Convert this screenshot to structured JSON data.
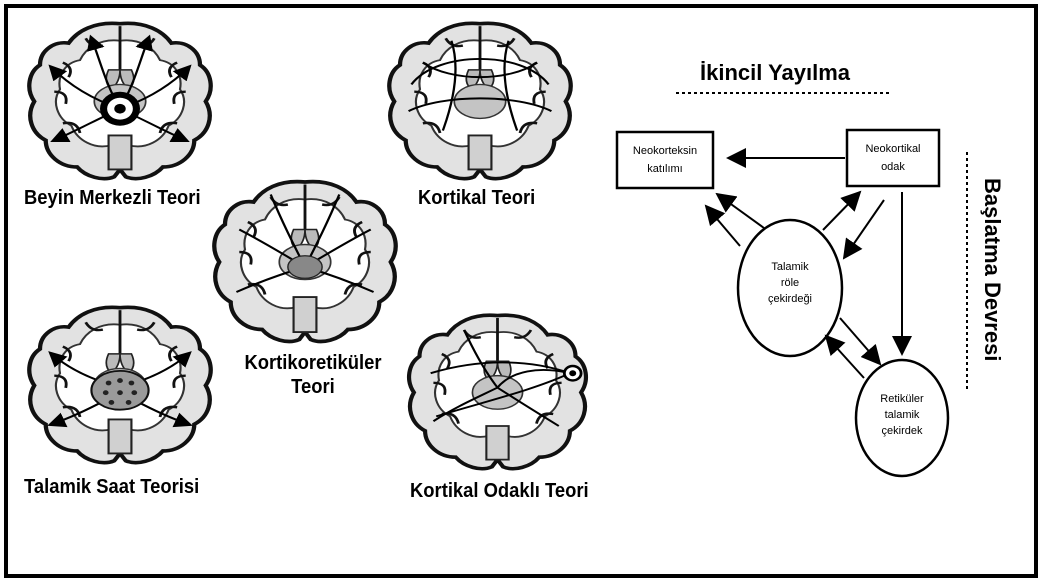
{
  "theories": {
    "brainstem": "Beyin Merkezli Teori",
    "cortical": "Kortikal Teori",
    "corticoreticular_line1": "Kortikoretiküler",
    "corticoreticular_line2": "Teori",
    "thalamic_clock": "Talamik Saat Teorisi",
    "cortical_focus": "Kortikal Odaklı Teori"
  },
  "diagram": {
    "secondary_spread": "İkincil Yayılma",
    "initiation_circuit": "Başlatma Devresi",
    "nodes": {
      "neocortex_line1": "Neokorteksin",
      "neocortex_line2": "katılımı",
      "focus_line1": "Neokortikal",
      "focus_line2": "odak",
      "thalamic_line1": "Talamik",
      "thalamic_line2": "röle",
      "thalamic_line3": "çekirdeği",
      "reticular_line1": "Retiküler",
      "reticular_line2": "talamik",
      "reticular_line3": "çekirdek"
    }
  }
}
